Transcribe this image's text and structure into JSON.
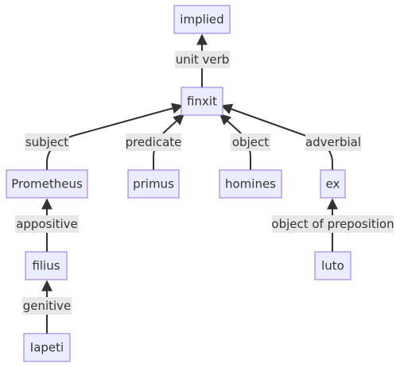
{
  "nodes": {
    "implied": "implied",
    "finxit": "finxit",
    "prometheus": "Prometheus",
    "primus": "primus",
    "homines": "homines",
    "ex": "ex",
    "filius": "filius",
    "luto": "luto",
    "iapeti": "Iapeti"
  },
  "edges": {
    "unit_verb": "unit verb",
    "subject": "subject",
    "predicate": "predicate",
    "object": "object",
    "adverbial": "adverbial",
    "appositive": "appositive",
    "object_of_preposition": "object of preposition",
    "genitive": "genitive"
  },
  "colors": {
    "node_fill": "#ECECFF",
    "node_stroke": "#9370DB",
    "edge": "#333333",
    "label_background": "#e8e8e8"
  }
}
